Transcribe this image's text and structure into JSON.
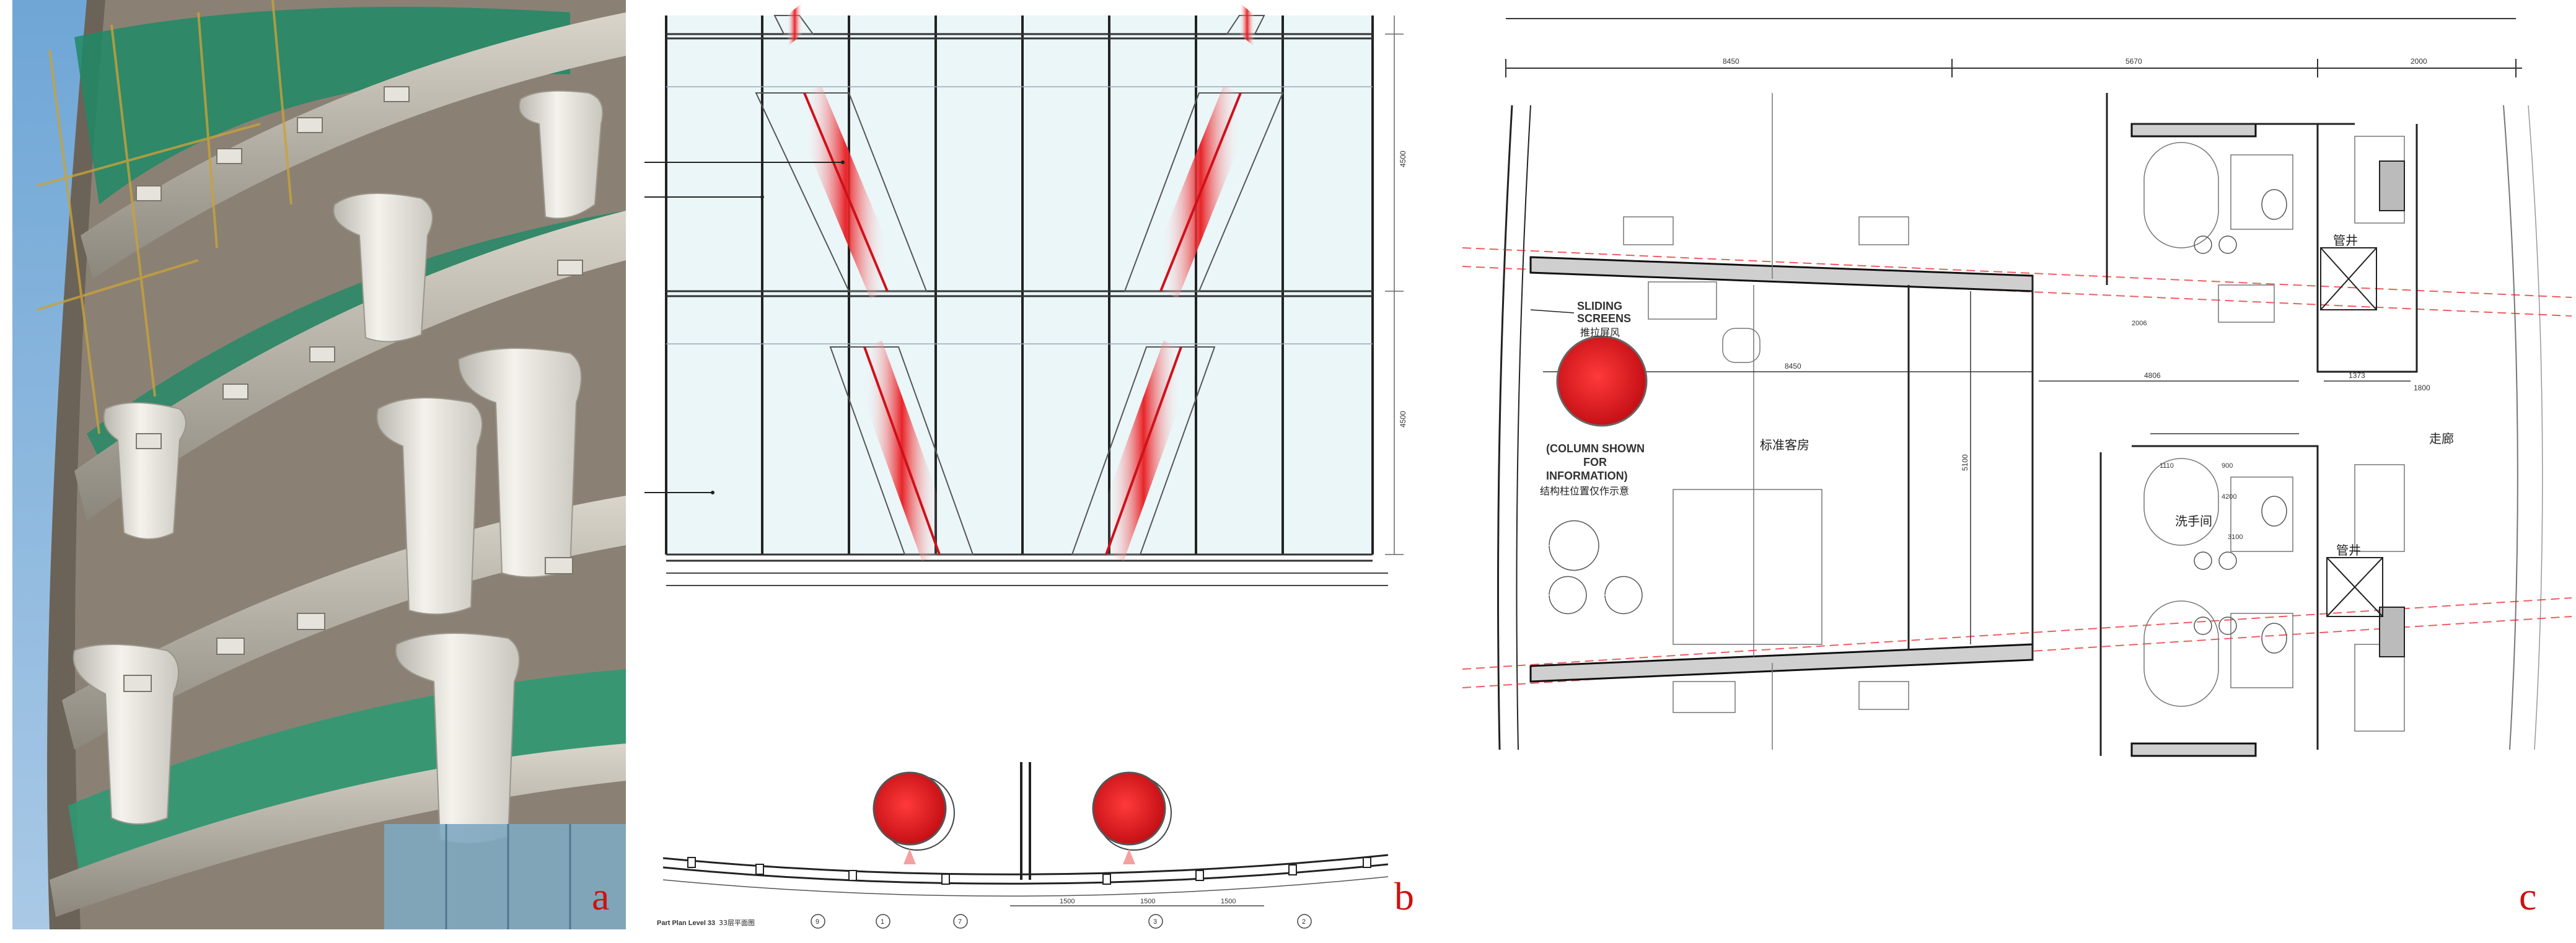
{
  "panels": {
    "a": {
      "letter": "a"
    },
    "b": {
      "letter": "b",
      "dims": {
        "d1": "4500",
        "d2": "4500"
      },
      "plan_label": "Part Plan Level 33",
      "plan_label_cn": "33层平面图",
      "spacing": [
        "1500",
        "1500",
        "1500"
      ],
      "grid_marks": [
        "9",
        "1",
        "7",
        "3",
        "2"
      ]
    },
    "c": {
      "letter": "c",
      "dims_top": [
        "8450",
        "5670",
        "2000"
      ],
      "sliding_label": [
        "SLIDING",
        "SCREENS"
      ],
      "sliding_cn": "推拉屏风",
      "column_note": [
        "(COLUMN SHOWN",
        "FOR",
        "INFORMATION)"
      ],
      "column_note_cn": "结构柱位置仅作示意",
      "room_guest": "标准客房",
      "room_wash": "洗手间",
      "room_corridor": "走廊",
      "shaft_1": "管井",
      "shaft_2": "管井",
      "dim_room": "8450",
      "dim_mid": "4806",
      "dim_right": "1373",
      "dim_vert": "5100",
      "dim_small1": "2006",
      "dim_small2": "1110",
      "dim_small3": "900",
      "dim_small4": "4200",
      "dim_wash": "3100",
      "dim_corridor": "1800"
    }
  },
  "colors": {
    "accent_red": "#e8191e",
    "green_net": "#1f8a66",
    "sky": "#7fb0d8",
    "concrete": "#e8e6e0"
  }
}
